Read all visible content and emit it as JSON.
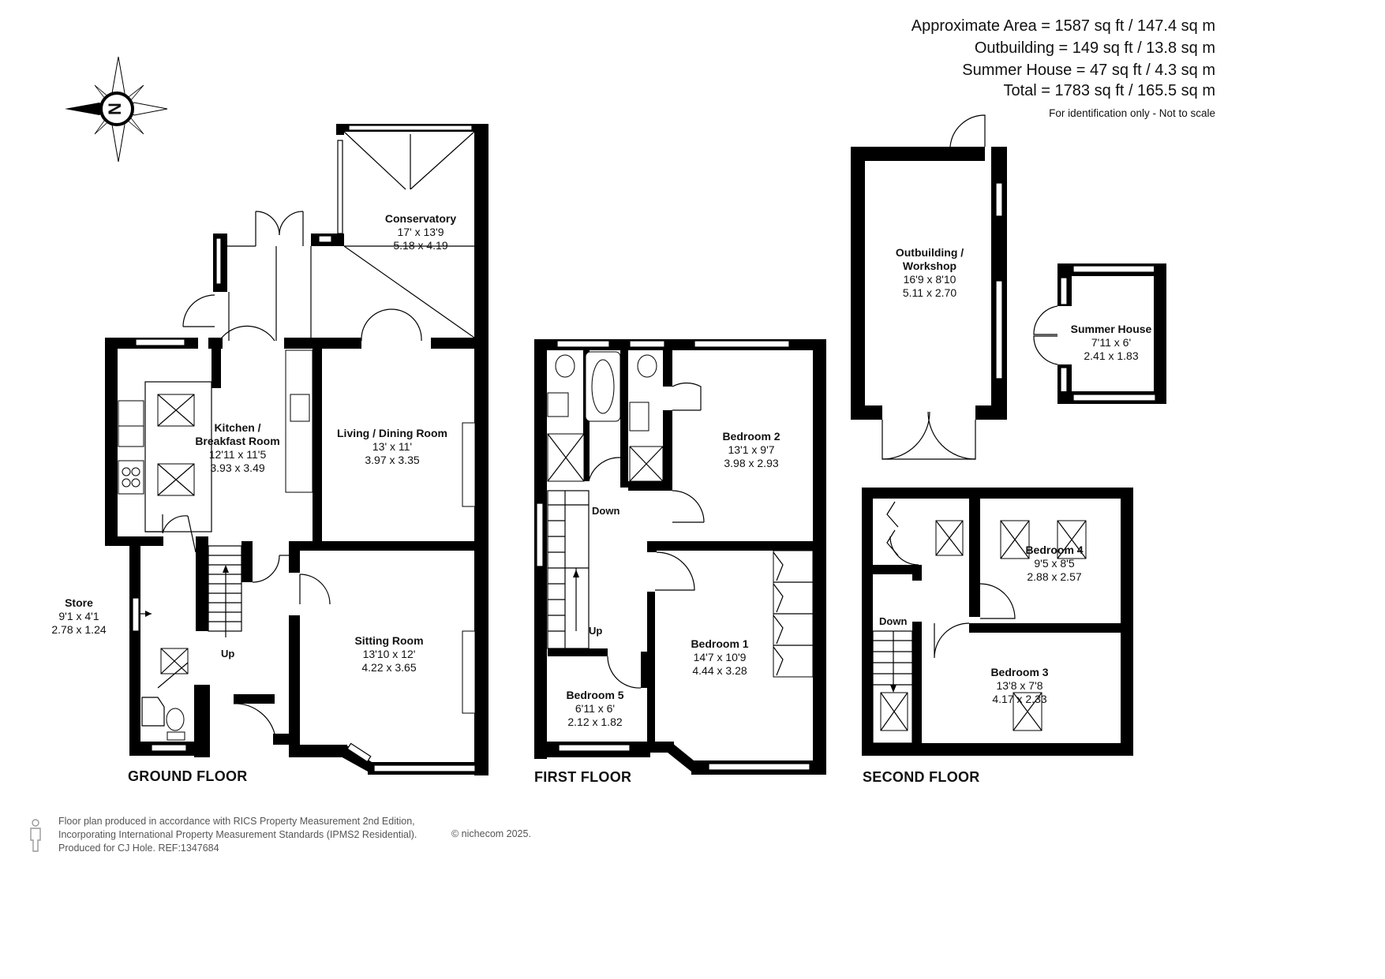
{
  "areas": [
    "Approximate Area = 1587 sq ft / 147.4 sq m",
    "Outbuilding = 149 sq ft / 13.8 sq m",
    "Summer House  = 47 sq ft / 4.3 sq m",
    "Total = 1783 sq ft / 165.5 sq m"
  ],
  "note": "For identification only - Not to scale",
  "compass": {
    "letter": "N"
  },
  "rooms": {
    "conservatory": {
      "name": "Conservatory",
      "imperial": "17' x 13'9",
      "metric": "5.18 x 4.19"
    },
    "kitchen": {
      "name": "Kitchen /",
      "name2": "Breakfast Room",
      "imperial": "12'11 x 11'5",
      "metric": "3.93 x 3.49"
    },
    "living": {
      "name": "Living / Dining Room",
      "imperial": "13' x 11'",
      "metric": "3.97 x 3.35"
    },
    "store": {
      "name": "Store",
      "imperial": "9'1 x 4'1",
      "metric": "2.78 x 1.24"
    },
    "sitting": {
      "name": "Sitting Room",
      "imperial": "13'10 x 12'",
      "metric": "4.22 x 3.65"
    },
    "bedroom2": {
      "name": "Bedroom 2",
      "imperial": "13'1 x 9'7",
      "metric": "3.98 x 2.93"
    },
    "bedroom1": {
      "name": "Bedroom 1",
      "imperial": "14'7 x 10'9",
      "metric": "4.44 x 3.28"
    },
    "bedroom5": {
      "name": "Bedroom 5",
      "imperial": "6'11 x 6'",
      "metric": "2.12 x 1.82"
    },
    "outbuilding": {
      "name": "Outbuilding /",
      "name2": "Workshop",
      "imperial": "16'9 x 8'10",
      "metric": "5.11 x 2.70"
    },
    "summer": {
      "name": "Summer House",
      "imperial": "7'11 x 6'",
      "metric": "2.41 x 1.83"
    },
    "bedroom4": {
      "name": "Bedroom 4",
      "imperial": "9'5 x 8'5",
      "metric": "2.88 x 2.57"
    },
    "bedroom3": {
      "name": "Bedroom 3",
      "imperial": "13'8 x 7'8",
      "metric": "4.17 x 2.33"
    }
  },
  "stairs": {
    "up_ground": "Up",
    "down_first": "Down",
    "up_first": "Up",
    "down_second": "Down"
  },
  "floors": {
    "ground": "GROUND FLOOR",
    "first": "FIRST FLOOR",
    "second": "SECOND FLOOR"
  },
  "footer": {
    "line1": "Floor plan produced in accordance with RICS Property Measurement 2nd Edition,",
    "line2": "Incorporating International Property Measurement Standards (IPMS2 Residential).",
    "line3": "Produced for CJ Hole.   REF:1347684",
    "copyright": "© nichecom 2025."
  }
}
